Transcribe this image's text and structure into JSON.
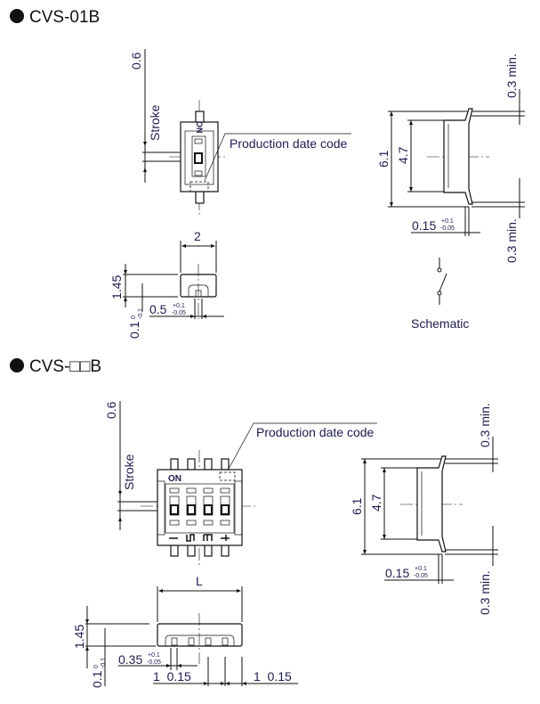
{
  "sections": [
    {
      "title": "CVS-01B",
      "labels": {
        "pitch": "0.6",
        "stroke": "Stroke",
        "production_date_code": "Production date code",
        "width": "2",
        "height": "1.45",
        "standoff": "0.1",
        "standoff_tol_upper": "0",
        "standoff_tol_lower": "-0.1",
        "pad_width": "0.5",
        "pad_tol_upper": "+0.1",
        "pad_tol_lower": "-0.05",
        "overall_length": "6.1",
        "body_length": "4.7",
        "min_top": "0.3 min.",
        "min_bottom": "0.3 min.",
        "lead_thickness": "0.15",
        "lead_tol_upper": "+0.1",
        "lead_tol_lower": "-0.05",
        "schematic": "Schematic"
      }
    },
    {
      "title": "CVS-□□B",
      "labels": {
        "pitch": "0.6",
        "stroke": "Stroke",
        "production_date_code": "Production date code",
        "on_mark": "ON",
        "width": "L",
        "height": "1.45",
        "standoff": "0.1",
        "standoff_tol_upper": "0",
        "standoff_tol_lower": "-0.1",
        "pad_width": "0.35",
        "pad_tol_upper": "+0.1",
        "pad_tol_lower": "-0.05",
        "pitch_left": "1  0.15",
        "pitch_right": "1  0.15",
        "overall_length": "6.1",
        "body_length": "4.7",
        "min_top": "0.3 min.",
        "min_bottom": "0.3 min.",
        "lead_thickness": "0.15",
        "lead_tol_upper": "+0.1",
        "lead_tol_lower": "-0.05"
      }
    }
  ]
}
